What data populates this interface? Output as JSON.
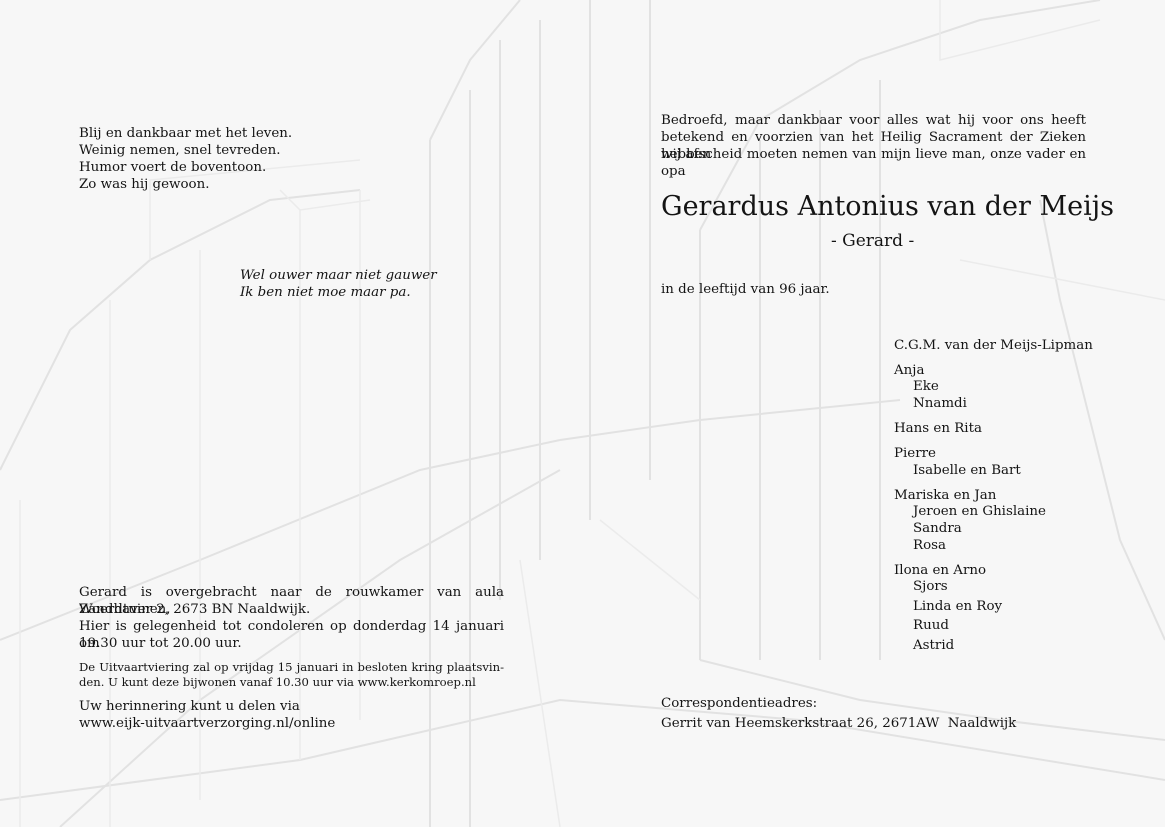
{
  "poem": {
    "lines": [
      "Blij en dankbaar met het leven.",
      "Weinig nemen, snel tevreden.",
      "Humor voert de boventoon.",
      "Zo was hij gewoon."
    ]
  },
  "quote": {
    "lines": [
      "Wel ouwer maar niet gauwer",
      "Ik ben niet moe maar pa."
    ]
  },
  "intro": {
    "lines": [
      "Bedroefd, maar dankbaar voor alles wat hij voor ons heeft",
      "betekend en voorzien van het Heilig Sacrament der Zieken hebben",
      "wij afscheid moeten nemen van mijn lieve man, onze vader en opa"
    ]
  },
  "deceased": {
    "full_name": "Gerardus Antonius van der Meijs",
    "nickname": "- Gerard -",
    "age_text": "in de leeftijd van 96 jaar."
  },
  "family": {
    "spouse": "C.G.M. van der Meijs-Lipman",
    "groups": [
      {
        "name": "Anja",
        "children": [
          "Eke",
          "Nnamdi"
        ]
      },
      {
        "name": "Hans en Rita",
        "children": []
      },
      {
        "name": "Pierre",
        "children": [
          "Isabelle en Bart"
        ]
      },
      {
        "name": "Mariska en Jan",
        "children": [
          "Jeroen en Ghislaine",
          "Sandra",
          "Rosa"
        ]
      },
      {
        "name": "Ilona en Arno",
        "children": [
          "Sjors",
          "Linda en Roy",
          "Ruud",
          "Astrid"
        ]
      }
    ]
  },
  "arrangements": {
    "lines": [
      "Gerard is overgebracht naar de rouwkamer van aula Woerdtuinen,",
      "Zandhaver 2, 2673 BN Naaldwijk.",
      "Hier is gelegenheid tot condoleren op donderdag 14 januari om",
      "19.30 uur tot 20.00 uur."
    ]
  },
  "funeral": {
    "lines": [
      "De Uitvaartviering zal op vrijdag 15 januari in besloten kring plaatsvin-",
      "den. U kunt deze bijwonen vanaf 10.30 uur via www.kerkomroep.nl"
    ]
  },
  "memory": {
    "lines": [
      "Uw herinnering kunt u delen via",
      "www.eijk-uitvaartverzorging.nl/online"
    ]
  },
  "correspondence": {
    "label": "Correspondentieadres:",
    "address": "Gerrit van Heemskerkstraat 26, 2671AW  Naaldwijk"
  }
}
